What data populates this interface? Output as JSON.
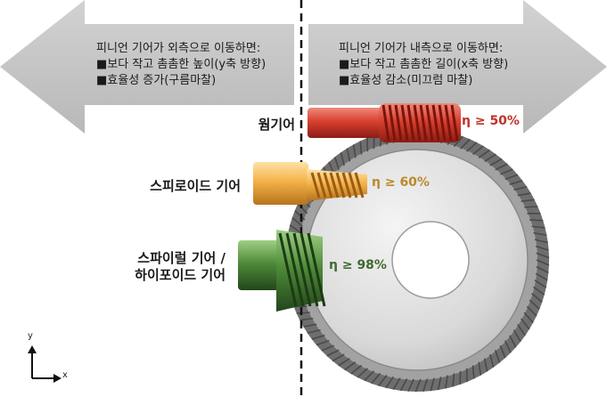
{
  "left_panel": {
    "heading": "피니언 기어가 외측으로 이동하면:",
    "bullets": [
      "■보다 작고 촘촘한 높이(y축 방향)",
      "■효율성 증가(구름마찰)"
    ]
  },
  "right_panel": {
    "heading": "피니언 기어가 내측으로 이동하면:",
    "bullets": [
      "■보다 작고 촘촘한 길이(x축 방향)",
      "■효율성 감소(미끄럼 마찰)"
    ]
  },
  "gears": [
    {
      "name": "웜기어",
      "efficiency": "η ≥ 50%",
      "color": "#c0322a"
    },
    {
      "name": "스피로이드 기어",
      "efficiency": "η ≥ 60%",
      "color": "#b98a2d"
    },
    {
      "name_line1": "스파이럴 기어 /",
      "name_line2": "하이포이드 기어",
      "efficiency": "η ≥ 98%",
      "color": "#3f6b2c"
    }
  ],
  "axes": {
    "y": "y",
    "x": "x"
  }
}
